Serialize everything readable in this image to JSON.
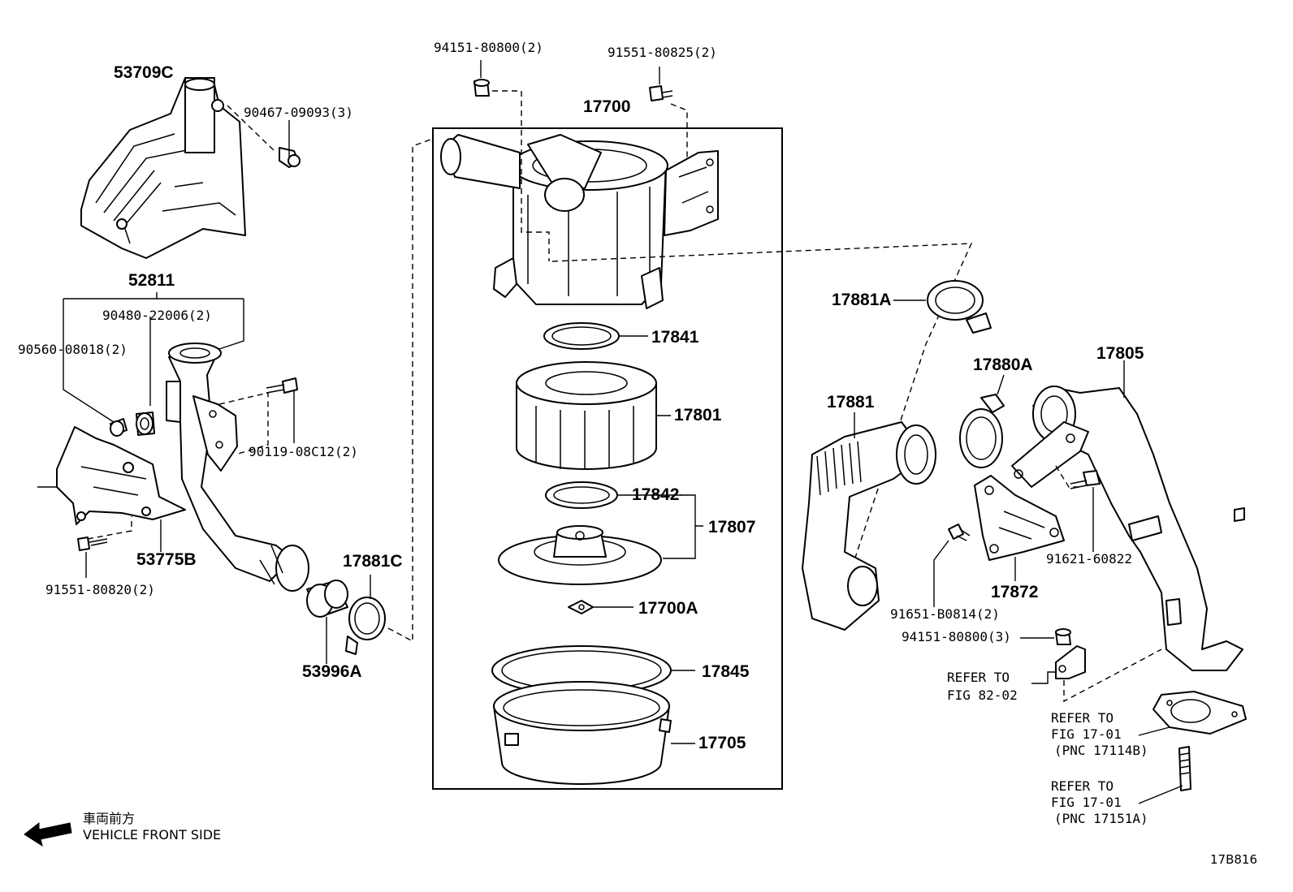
{
  "labels": {
    "p53709C": "53709C",
    "p90467": "90467-09093(3)",
    "p52811": "52811",
    "p90480": "90480-22006(2)",
    "p90560": "90560-08018(2)",
    "p90119": "90119-08C12(2)",
    "p53775B": "53775B",
    "p91551_820": "91551-80820(2)",
    "p17881C": "17881C",
    "p53996A": "53996A",
    "p94151_top": "94151-80800(2)",
    "p91551_825": "91551-80825(2)",
    "p17700": "17700",
    "p17841": "17841",
    "p17801": "17801",
    "p17842": "17842",
    "p17807": "17807",
    "p17700A": "17700A",
    "p17845": "17845",
    "p17705": "17705",
    "p17881A": "17881A",
    "p17881": "17881",
    "p17880A": "17880A",
    "p17805": "17805",
    "p91621": "91621-60822",
    "p17872": "17872",
    "p91651": "91651-B0814(2)",
    "p94151_right": "94151-80800(3)"
  },
  "references": {
    "ref_82_line1": "REFER TO",
    "ref_82_line2": "FIG 82-02",
    "ref_17114_line1": "REFER TO",
    "ref_17114_line2": "FIG 17-01",
    "ref_17114_line3": "(PNC 17114B)",
    "ref_17151_line1": "REFER TO",
    "ref_17151_line2": "FIG 17-01",
    "ref_17151_line3": "(PNC 17151A)"
  },
  "orientation": {
    "japanese": "車両前方",
    "english": "VEHICLE FRONT SIDE",
    "arrow_icon": "arrow-left-icon"
  },
  "figure_id": "17B816"
}
